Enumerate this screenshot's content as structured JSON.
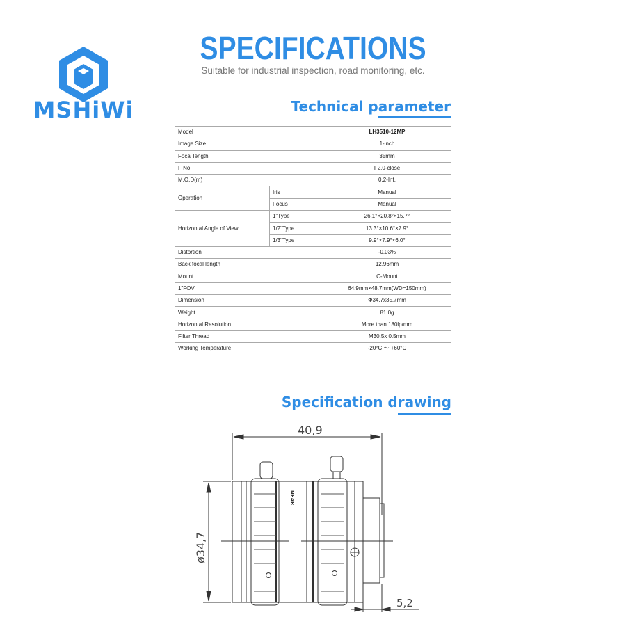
{
  "brand": {
    "name": "MSHiWi",
    "color": "#2f8de4"
  },
  "header": {
    "title": "SPECIFICATIONS",
    "subtitle": "Suitable for industrial inspection, road monitoring, etc."
  },
  "sections": {
    "technical": "Technical parameter",
    "drawing": "Specification drawing"
  },
  "table": {
    "rows": [
      {
        "label": "Model",
        "value": "LH3510-12MP"
      },
      {
        "label": "Image Size",
        "value": "1-inch"
      },
      {
        "label": "Focal length",
        "value": "35mm"
      },
      {
        "label": "F No.",
        "value": "F2.0-close"
      },
      {
        "label": "M.O.D(m)",
        "value": "0.2-Inf."
      },
      {
        "label": "Operation",
        "subs": [
          {
            "label": "Iris",
            "value": "Manual"
          },
          {
            "label": "Focus",
            "value": "Manual"
          }
        ]
      },
      {
        "label": "Horizontal Angle of View",
        "subs": [
          {
            "label": "1\"Type",
            "value": "26.1°×20.8°×15.7°"
          },
          {
            "label": "1/2\"Type",
            "value": "13.3°×10.6°×7.9°"
          },
          {
            "label": "1/3\"Type",
            "value": "9.9°×7.9°×6.0°"
          }
        ]
      },
      {
        "label": "Distortion",
        "value": "-0.03%"
      },
      {
        "label": "Back focal length",
        "value": "12.96mm"
      },
      {
        "label": "Mount",
        "value": "C-Mount"
      },
      {
        "label": "1\"FOV",
        "value": "64.9mm×48.7mm(WD=150mm)"
      },
      {
        "label": "Dimension",
        "value": "Φ34.7x35.7mm"
      },
      {
        "label": "Weight",
        "value": "81.0g"
      },
      {
        "label": "Horizontal Resolution",
        "value": "More than 180lp/mm"
      },
      {
        "label": "Filter Thread",
        "value": "M30.5x 0.5mm"
      },
      {
        "label": "Working Temperature",
        "value": "-20°C  ～  +60°C"
      }
    ]
  },
  "drawing": {
    "length": "40,9",
    "diameter": "ø34,7",
    "flange": "5,2",
    "ring_mark": "NEAR"
  }
}
